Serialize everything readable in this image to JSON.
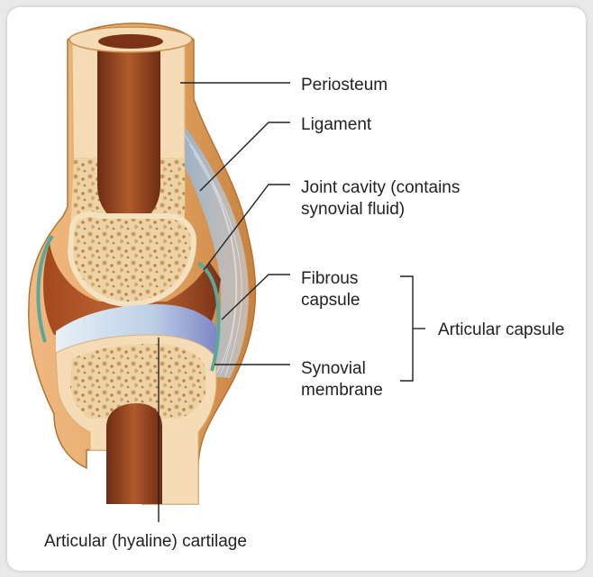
{
  "labels": {
    "periosteum": "Periosteum",
    "ligament": "Ligament",
    "joint_cavity_line1": "Joint cavity (contains",
    "joint_cavity_line2": "synovial fluid)",
    "fibrous_line1": "Fibrous",
    "fibrous_line2": "capsule",
    "articular_capsule": "Articular capsule",
    "synovial_line1": "Synovial",
    "synovial_line2": "membrane",
    "articular_cartilage": "Articular (hyaline) cartilage"
  },
  "colors": {
    "background": "#e9e9e9",
    "card": "#ffffff",
    "outer_bone": "#e0a35f",
    "bone_cut": "#f6dcb6",
    "marrow_dark": "#8a3d1c",
    "spongy_bone": "#e9c896",
    "membrane": "#5aa79c",
    "cartilage": "#dfe9f3",
    "ligament": "#a9c3dd",
    "leader_line": "#222222"
  }
}
